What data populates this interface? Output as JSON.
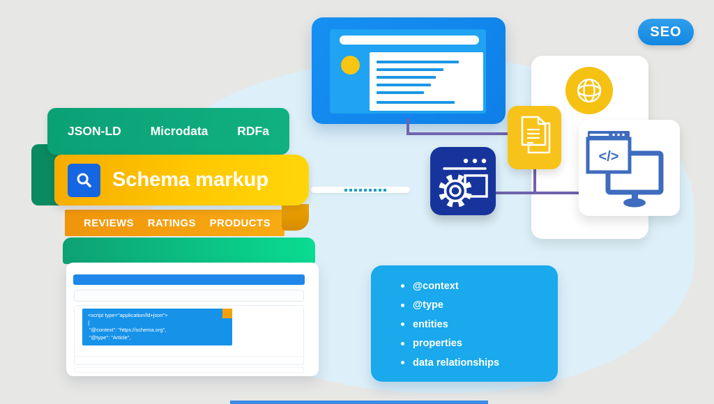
{
  "badge": {
    "label": "SEO"
  },
  "ribbons": {
    "formats": [
      "JSON-LD",
      "Microdata",
      "RDFa"
    ],
    "title": "Schema markup",
    "categories": [
      "REVIEWS",
      "RATINGS",
      "PRODUCTS"
    ]
  },
  "code_browser": {
    "code_lines": [
      "<script type=\"application/ld+json\">",
      "{",
      "\"@context\": \"https://schema.org\",",
      "\"@type\": \"Article\","
    ]
  },
  "concept_list": {
    "items": [
      "@context",
      "@type",
      "entities",
      "properties",
      "data relationships"
    ]
  },
  "icons": {
    "search": "search-icon",
    "globe": "globe-icon",
    "document": "document-icon",
    "gear_browser": "gear-browser-icon",
    "code_monitor": "code-monitor-icon"
  },
  "colors": {
    "background": "#E7E7E5",
    "blob": "#DDEFF8",
    "green_banner": "#0EA878",
    "dark_green_tab": "#0B8A61",
    "yellow_banner": "#FFC800",
    "orange_banner": "#F5A011",
    "bottom_green": "#09DC91",
    "blue_primary": "#1489F0",
    "cyan_card": "#19A9EC",
    "navy_icon_card": "#17349C",
    "doc_yellow": "#F7C31A",
    "icon_blue": "#3E6CBE",
    "connector_purple": "#6F63AE",
    "search_square_blue": "#1566E2"
  }
}
